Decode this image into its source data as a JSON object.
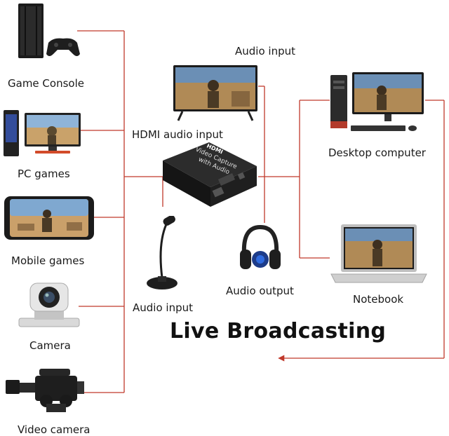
{
  "title": "Live Broadcasting",
  "sources": [
    {
      "label": "Game Console",
      "icon": "game-console-icon"
    },
    {
      "label": "PC games",
      "icon": "pc-icon"
    },
    {
      "label": "Mobile games",
      "icon": "smartphone-icon"
    },
    {
      "label": "Camera",
      "icon": "ptz-camera-icon"
    },
    {
      "label": "Video camera",
      "icon": "camcorder-icon"
    }
  ],
  "capture_card": {
    "brand": "HDMI",
    "text_line1": "Video Capture",
    "text_line2": "with Audio"
  },
  "hdmi_audio_input_label": "HDMI audio input",
  "monitor_label": "Audio input",
  "microphone_label": "Audio input",
  "headphones_label": "Audio output",
  "outputs": [
    {
      "label": "Desktop computer",
      "icon": "desktop-computer-icon"
    },
    {
      "label": "Notebook",
      "icon": "laptop-icon"
    }
  ],
  "colors": {
    "line": "#c0392b",
    "text": "#1a1a1a",
    "device": "#1b1b1b"
  }
}
